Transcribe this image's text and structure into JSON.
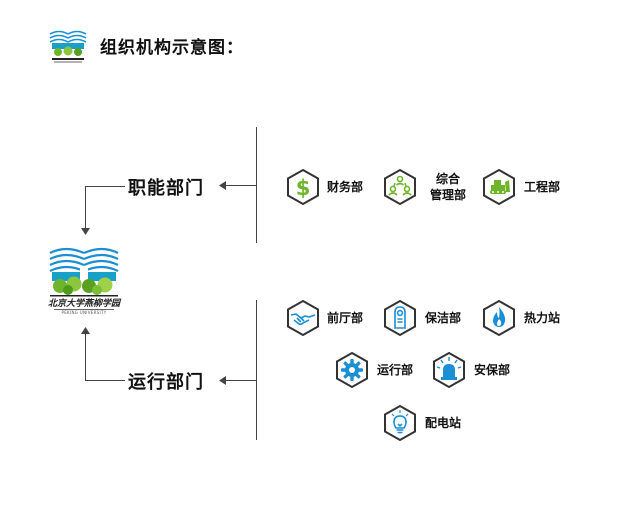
{
  "header": {
    "title": "组织机构示意图："
  },
  "logo": {
    "text": "北京大学燕柳学园",
    "subtitle": "PEKING UNIVERSITY"
  },
  "departments": [
    {
      "label": "职能部门",
      "items": [
        {
          "icon": "dollar-icon",
          "label": "财务部"
        },
        {
          "icon": "people-network-icon",
          "label_line1": "综合",
          "label_line2": "管理部"
        },
        {
          "icon": "bulldozer-icon",
          "label": "工程部"
        }
      ]
    },
    {
      "label": "运行部门",
      "items": [
        {
          "icon": "handshake-icon",
          "label": "前厅部"
        },
        {
          "icon": "door-hanger-icon",
          "label": "保洁部"
        },
        {
          "icon": "flame-icon",
          "label": "热力站"
        },
        {
          "icon": "gear-icon",
          "label": "运行部"
        },
        {
          "icon": "alarm-light-icon",
          "label": "安保部"
        },
        {
          "icon": "light-bulb-icon",
          "label": "配电站"
        }
      ]
    }
  ],
  "colors": {
    "accent": "#6fb52c",
    "icon_border": "#333333",
    "line": "#444444"
  }
}
